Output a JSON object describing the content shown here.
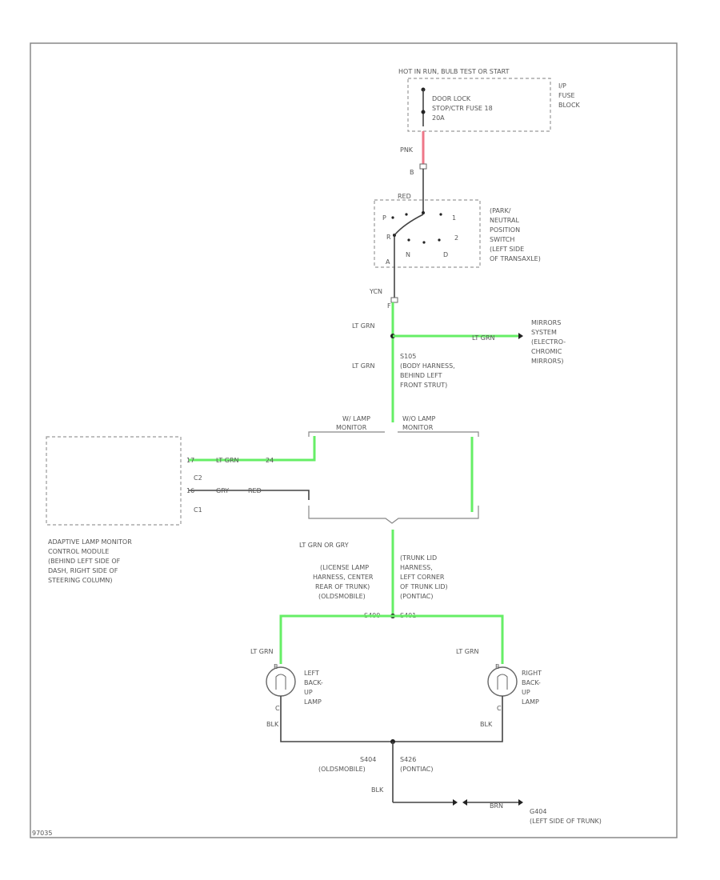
{
  "diagram": {
    "fuse_block": {
      "header": "HOT IN RUN, BULB TEST OR START",
      "fuse_text": [
        "DOOR LOCK",
        "STOP/CTR FUSE 18",
        "20A"
      ],
      "block_label": [
        "I/P",
        "FUSE",
        "BLOCK"
      ]
    },
    "wire_pnk": {
      "color": "PNK",
      "pin": "B"
    },
    "pnp_switch": {
      "top_color": "RED",
      "letters": [
        "P",
        "R",
        "N",
        "D",
        "2",
        "1"
      ],
      "pin_a": "A",
      "label": [
        "(PARK/",
        "NEUTRAL",
        "POSITION",
        "SWITCH",
        "(LEFT SIDE",
        "OF TRANSAXLE)"
      ]
    },
    "wire_ycn": {
      "color": "YCN",
      "pin": "F"
    },
    "wire_lt_grn_1": "LT GRN",
    "branch_wire_label": "LT GRN",
    "mirrors": [
      "MIRRORS",
      "SYSTEM",
      "(ELECTRO-",
      "CHROMIC",
      "MIRRORS)"
    ],
    "wire_lt_grn_2": "LT GRN",
    "splice_s105": [
      "S105",
      "(BODY HARNESS,",
      "BEHIND LEFT",
      "FRONT STRUT)"
    ],
    "monitor_labels": {
      "left": [
        "W/ LAMP",
        "MONITOR"
      ],
      "right": [
        "W/O LAMP",
        "MONITOR"
      ]
    },
    "almcm": {
      "c2": "C2",
      "c1": "C1",
      "row1": {
        "pin": "17",
        "wire": "LT GRN",
        "pin2": "24"
      },
      "row2": {
        "pin": "16",
        "wire": "GRY",
        "wire2": "RED"
      },
      "label": [
        "ADAPTIVE LAMP MONITOR",
        "CONTROL MODULE",
        "(BEHIND LEFT SIDE OF",
        "DASH, RIGHT SIDE OF",
        "STEERING COLUMN)"
      ]
    },
    "wire_merge": "LT GRN OR GRY",
    "harness_left": [
      "(LICENSE LAMP",
      "HARNESS, CENTER",
      "REAR OF TRUNK)",
      "(OLDSMOBILE)"
    ],
    "harness_right": [
      "(TRUNK LID",
      "HARNESS,",
      "LEFT CORNER",
      "OF TRUNK LID)",
      "(PONTIAC)"
    ],
    "splice_labels": {
      "left": "S400",
      "right": "S401"
    },
    "lamps": {
      "left": {
        "wire": "LT GRN",
        "pin_top": "B",
        "pin_bottom": "C",
        "ground_wire": "BLK",
        "name": [
          "LEFT",
          "BACK-",
          "UP",
          "LAMP"
        ]
      },
      "right": {
        "wire": "LT GRN",
        "pin_top": "B",
        "pin_bottom": "C",
        "ground_wire": "BLK",
        "name": [
          "RIGHT",
          "BACK-",
          "UP",
          "LAMP"
        ]
      }
    },
    "ground_splice": {
      "left": [
        "S404",
        "(OLDSMOBILE)"
      ],
      "right": [
        "S426",
        "(PONTIAC)"
      ]
    },
    "ground_wire": "BLK",
    "ground_mid": "BRN",
    "ground_point": [
      "G404",
      "(LEFT SIDE OF TRUNK)"
    ],
    "figure_id": "97035"
  }
}
